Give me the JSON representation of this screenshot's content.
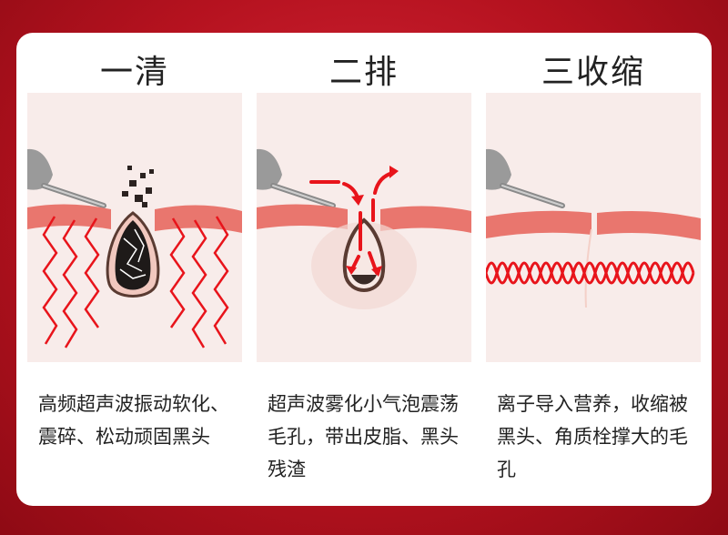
{
  "colors": {
    "background": "#b5121f",
    "card": "#ffffff",
    "skin": "#e9766e",
    "wave": "#e8141b",
    "pore": "#5a3b32"
  },
  "panels": [
    {
      "title": "一清",
      "caption": "高频超声波振动软化、震碎、松动顽固黑头"
    },
    {
      "title": "二排",
      "caption": "超声波雾化小气泡震荡毛孔，带出皮脂、黑头残渣"
    },
    {
      "title": "三收缩",
      "caption": "离子导入营养，收缩被黑头、角质栓撑大的毛孔"
    }
  ]
}
